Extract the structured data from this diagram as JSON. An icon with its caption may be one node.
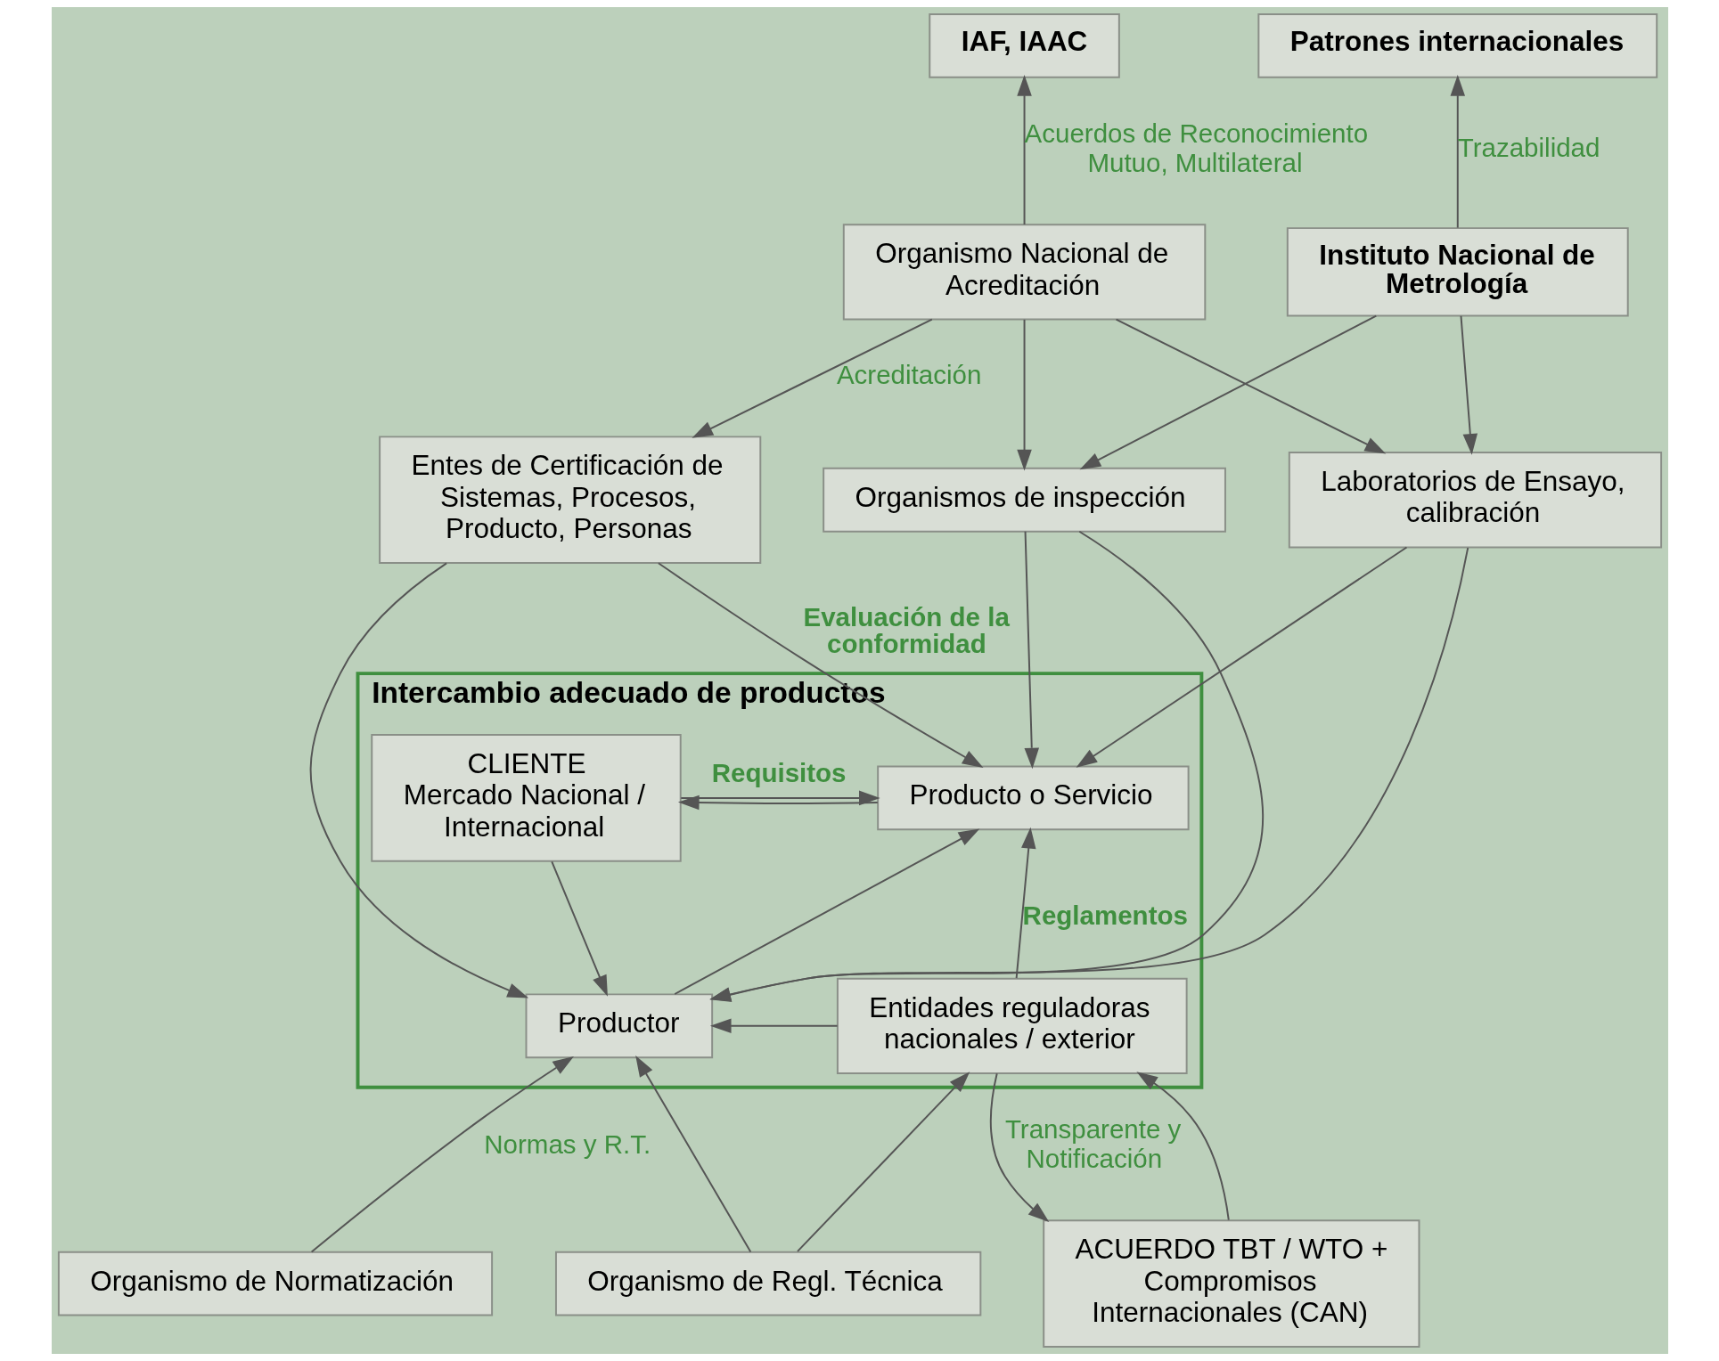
{
  "diagram": {
    "nodes": [
      {
        "text": [
          "IAF, IAAC"
        ]
      },
      {
        "text": [
          "Patrones internacionales"
        ]
      },
      {
        "text": [
          "Organismo Nacional de Acreditación"
        ]
      },
      {
        "text": [
          "Instituto Nacional de Metrología"
        ]
      },
      {
        "text": [
          "Entes de Certificación de Sistemas, Procesos, Producto, Personas"
        ]
      },
      {
        "text": [
          "Laboratorios de Ensayo, calibración"
        ]
      },
      {
        "text": [
          "Organismos de inspección"
        ]
      },
      {
        "text": [
          "Intercambio adecuado de productos"
        ]
      },
      {
        "text": [
          "Producto o Servicio"
        ],
        "in": 7
      },
      {
        "text": [
          "CLIENTE",
          "Mercado Nacional / Internacional"
        ],
        "in": 7
      },
      {
        "text": [
          "Productor"
        ],
        "in": 7
      },
      {
        "text": [
          "Entidades reguladoras nacionales / exterior"
        ],
        "in": 7
      },
      {
        "text": [
          "Organismo de Normatización"
        ]
      },
      {
        "text": [
          "Organismo de Regl. Técnica"
        ]
      },
      {
        "text": [
          "ACUERDO TBT / WTO + Compromisos Internacionales (CAN)"
        ]
      }
    ],
    "edges": [
      {
        "from": 2,
        "to": 0,
        "arrow": "to",
        "label": "Acuerdos de Reconocimiento Mutuo, Multilateral"
      },
      {
        "from": 3,
        "to": 1,
        "arrow": "to",
        "label": "Trazabilidad"
      },
      {
        "from": 2,
        "to": 4,
        "arrow": "to",
        "label": "Acreditación"
      },
      {
        "from": 2,
        "to": 5,
        "arrow": "to"
      },
      {
        "from": 2,
        "to": 6,
        "arrow": "to"
      },
      {
        "from": 3,
        "to": 5,
        "arrow": "to"
      },
      {
        "from": 3,
        "to": 6,
        "arrow": "to"
      },
      {
        "from": 4,
        "to": 8,
        "arrow": "to",
        "label": "Evaluación de la conformidad"
      },
      {
        "from": 4,
        "to": 10,
        "arrow": "to"
      },
      {
        "from": 5,
        "to": 8,
        "arrow": "to"
      },
      {
        "from": 5,
        "to": 10,
        "arrow": "to"
      },
      {
        "from": 6,
        "to": 8,
        "arrow": "to"
      },
      {
        "from": 6,
        "to": 10,
        "arrow": "to"
      },
      {
        "from": 8,
        "to": 9,
        "arrow": "to"
      },
      {
        "from": 9,
        "to": 8,
        "arrow": "to",
        "label": "Requisitos"
      },
      {
        "from": 9,
        "to": 10,
        "arrow": "to"
      },
      {
        "from": 11,
        "to": 8,
        "arrow": "to",
        "label": "Reglamentos"
      },
      {
        "from": 11,
        "to": 10,
        "arrow": "to"
      },
      {
        "from": 10,
        "to": 8,
        "arrow": "to"
      },
      {
        "from": 12,
        "to": 10,
        "arrow": "to",
        "label": "Normas y R.T."
      },
      {
        "from": 13,
        "to": 10,
        "arrow": "to"
      },
      {
        "from": 13,
        "to": 11,
        "arrow": "to"
      },
      {
        "from": 11,
        "to": 14,
        "arrow": "to",
        "label": "Transparente y Notificación"
      },
      {
        "from": 14,
        "to": 11,
        "arrow": "to"
      }
    ]
  }
}
